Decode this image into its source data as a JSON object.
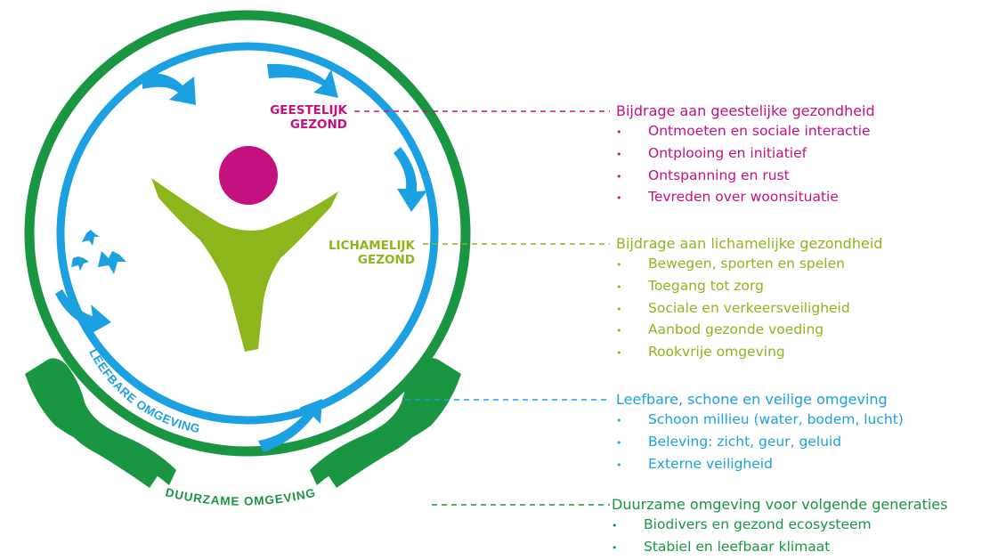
{
  "colors": {
    "magenta": "#c5117f",
    "green_light": "#8cb61c",
    "blue": "#1ba0e2",
    "green_dark": "#1a9642"
  },
  "icons": [
    "person-icon",
    "butterfly-icon",
    "hand-icon",
    "arrow-icon"
  ],
  "circle_labels": {
    "geestelijk_1": "GEESTELIJK",
    "geestelijk_2": "GEZOND",
    "lichamelijk_1": "LICHAMELIJK",
    "lichamelijk_2": "GEZOND",
    "leefbare": "LEEFBARE OMGEVING",
    "duurzame": "DUURZAME OMGEVING"
  },
  "groups": {
    "geestelijk": {
      "heading": "Bijdrage aan geestelijke gezondheid",
      "items": [
        "Ontmoeten en sociale interactie",
        "Ontplooing en initiatief",
        "Ontspanning en rust",
        "Tevreden over woonsituatie"
      ]
    },
    "lichamelijk": {
      "heading": "Bijdrage aan lichamelijke gezondheid",
      "items": [
        "Bewegen, sporten en spelen",
        "Toegang tot zorg",
        "Sociale en verkeersveiligheid",
        "Aanbod gezonde voeding",
        "Rookvrije omgeving"
      ]
    },
    "leefbare": {
      "heading": "Leefbare, schone en veilige omgeving",
      "items": [
        "Schoon millieu (water, bodem, lucht)",
        "Beleving: zicht, geur, geluid",
        "Externe veiligheid"
      ]
    },
    "duurzame": {
      "heading": "Duurzame omgeving voor volgende generaties",
      "items": [
        "Biodivers en gezond ecosysteem",
        "Stabiel en leefbaar klimaat"
      ]
    }
  },
  "bullet_char": "•"
}
